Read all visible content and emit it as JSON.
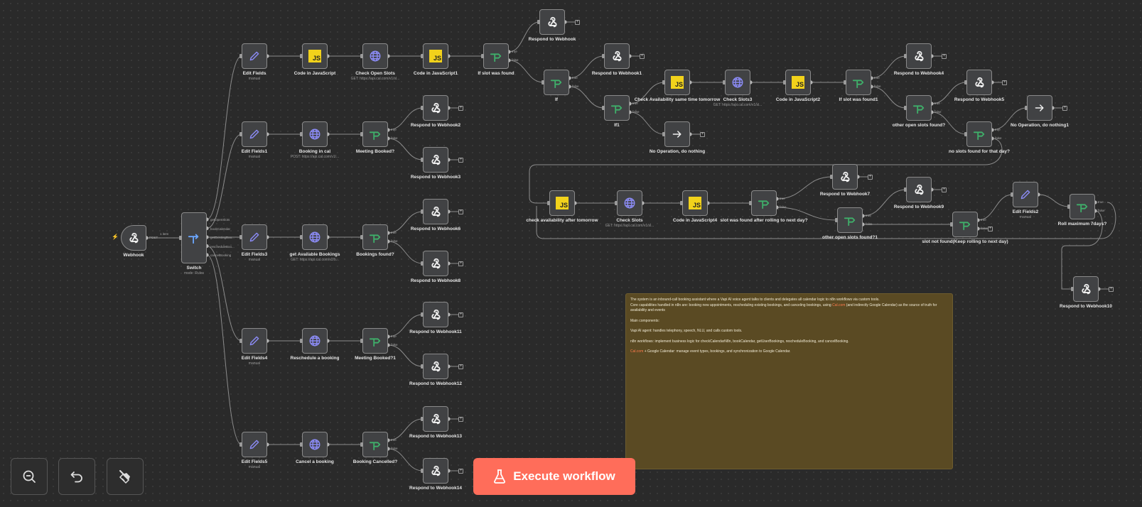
{
  "execute_label": "Execute workflow",
  "controls": [
    {
      "name": "zoom-out-button",
      "icon": "zoom-out-icon"
    },
    {
      "name": "undo-button",
      "icon": "undo-icon"
    },
    {
      "name": "tidy-up-button",
      "icon": "broom-icon"
    }
  ],
  "connection_labels": {
    "items": "1 item",
    "method": "POST",
    "true": "true",
    "false": "false",
    "switch_outputs": [
      "getOpenSlots",
      "bookCalendar",
      "getExistingBoo...",
      "rescheduleBoo...",
      "cancelBooking"
    ]
  },
  "nodes": {
    "webhook": {
      "label": "Webhook",
      "type": "webhook-trigger"
    },
    "switch": {
      "label": "Switch",
      "sub": "mode: Rules",
      "type": "switch"
    },
    "edit_fields": {
      "label": "Edit Fields",
      "sub": "manual",
      "type": "edit"
    },
    "code_js": {
      "label": "Code in JavaScript",
      "type": "code"
    },
    "check_open_slots": {
      "label": "Check Open Slots",
      "sub": "GET: https://api.cal.com/v1/sl...",
      "type": "http"
    },
    "code_js1": {
      "label": "Code in JavaScript1",
      "type": "code"
    },
    "if_slot_found": {
      "label": "If slot was found",
      "type": "if"
    },
    "respond_webhook": {
      "label": "Respond to Webhook",
      "type": "respond"
    },
    "if": {
      "label": "If",
      "type": "if"
    },
    "respond_webhook1": {
      "label": "Respond to Webhook1",
      "type": "respond"
    },
    "if1": {
      "label": "If1",
      "type": "if"
    },
    "check_avail_tomorrow": {
      "label": "Check Availability same time tomorrow",
      "type": "code"
    },
    "check_slots3": {
      "label": "Check Slots3",
      "sub": "GET: https://api.cal.com/v1/sl...",
      "type": "http"
    },
    "code_js2": {
      "label": "Code in JavaScript2",
      "type": "code"
    },
    "if_slot_found1": {
      "label": "If slot was found1",
      "type": "if"
    },
    "respond_webhook4": {
      "label": "Respond to Webhook4",
      "type": "respond"
    },
    "respond_webhook5": {
      "label": "Respond to Webhook5",
      "type": "respond"
    },
    "other_open_slots": {
      "label": "other open slots found?",
      "type": "if"
    },
    "no_slots_day": {
      "label": "no slots found for that day?",
      "type": "if"
    },
    "no_op1": {
      "label": "No Operation, do nothing1",
      "type": "noop"
    },
    "no_op": {
      "label": "No Operation, do nothing",
      "type": "noop"
    },
    "edit_fields1": {
      "label": "Edit Fields1",
      "sub": "manual",
      "type": "edit"
    },
    "booking_cal": {
      "label": "Booking in cal",
      "sub": "POST: https://api.cal.com/v1/...",
      "type": "http"
    },
    "meeting_booked": {
      "label": "Meeting Booked?",
      "type": "if"
    },
    "respond_webhook2": {
      "label": "Respond to Webhook2",
      "type": "respond"
    },
    "respond_webhook3": {
      "label": "Respond to Webhook3",
      "type": "respond"
    },
    "check_after_tomorrow": {
      "label": "check availability after tomorrow",
      "type": "code"
    },
    "check_slots": {
      "label": "Check Slots",
      "sub": "GET: https://api.cal.com/v1/sl...",
      "type": "http"
    },
    "code_js4": {
      "label": "Code in JavaScript4",
      "type": "code"
    },
    "slot_found_rolling": {
      "label": "slot was found after rolling to next day?",
      "type": "if"
    },
    "respond_webhook7": {
      "label": "Respond to Webhook7",
      "type": "respond"
    },
    "other_open_slots1": {
      "label": "other open slots found?1",
      "type": "if"
    },
    "respond_webhook9": {
      "label": "Respond to Webhook9",
      "type": "respond"
    },
    "slot_not_found": {
      "label": "slot not found(Keep rolling to next day)",
      "type": "if"
    },
    "edit_fields2": {
      "label": "Edit Fields2",
      "sub": "manual",
      "type": "edit"
    },
    "roll_max": {
      "label": "Roll maximum 7days?",
      "type": "if"
    },
    "respond_webhook10": {
      "label": "Respond to Webhook10",
      "type": "respond"
    },
    "edit_fields3": {
      "label": "Edit Fields3",
      "sub": "manual",
      "type": "edit"
    },
    "get_bookings": {
      "label": "get Available Bookings",
      "sub": "GET: https://api.cal.com/v2/b...",
      "type": "http"
    },
    "bookings_found": {
      "label": "Bookings found?",
      "type": "if"
    },
    "respond_webhook6": {
      "label": "Respond to Webhook6",
      "type": "respond"
    },
    "respond_webhook8": {
      "label": "Respond to Webhook8",
      "type": "respond"
    },
    "edit_fields4": {
      "label": "Edit Fields4",
      "sub": "manual",
      "type": "edit"
    },
    "reschedule": {
      "label": "Reschedule a booking",
      "type": "http"
    },
    "meeting_booked1": {
      "label": "Meeting Booked?1",
      "type": "if"
    },
    "respond_webhook11": {
      "label": "Respond to Webhook11",
      "type": "respond"
    },
    "respond_webhook12": {
      "label": "Respond to Webhook12",
      "type": "respond"
    },
    "edit_fields5": {
      "label": "Edit Fields5",
      "sub": "manual",
      "type": "edit"
    },
    "cancel_booking": {
      "label": "Cancel a booking",
      "type": "http"
    },
    "booking_cancelled": {
      "label": "Booking Cancelled?",
      "type": "if"
    },
    "respond_webhook13": {
      "label": "Respond to Webhook13",
      "type": "respond"
    },
    "respond_webhook14": {
      "label": "Respond to Webhook14",
      "type": "respond"
    }
  },
  "note": {
    "p1_a": "The system is an inbound-call booking assistant where a Vapi AI voice agent talks to clients and delegates all calendar logic to n8n workflows via custom tools.",
    "p1_b": "Core capabilities handled in n8n are: booking new appointments, rescheduling existing bookings, and canceling bookings, using ",
    "p1_link": "Cal.com",
    "p1_c": " (and indirectly Google Calendar) as the source of truth for availability and events",
    "p2": "Main components:",
    "p3": "Vapi AI agent: handles telephony, speech, NLU, and calls custom tools.",
    "p4": "n8n workflows: implement business logic for checkCalendarN8n, bookCalendar, getUserBookings, rescheduleBooking, and cancelBooking.",
    "p5_link": "Cal.com",
    "p5_b": " + Google Calendar: manage event types, bookings, and synchronization to Google Calendar."
  },
  "colors": {
    "background": "#2a2a2a",
    "node": "#414244",
    "execute": "#ff6d5a",
    "note": "#5a4a23",
    "link": "#ff7b4d",
    "if_icon": "#3fb06a",
    "http_icon": "#8b8bf5",
    "js": "#f2d21b"
  }
}
